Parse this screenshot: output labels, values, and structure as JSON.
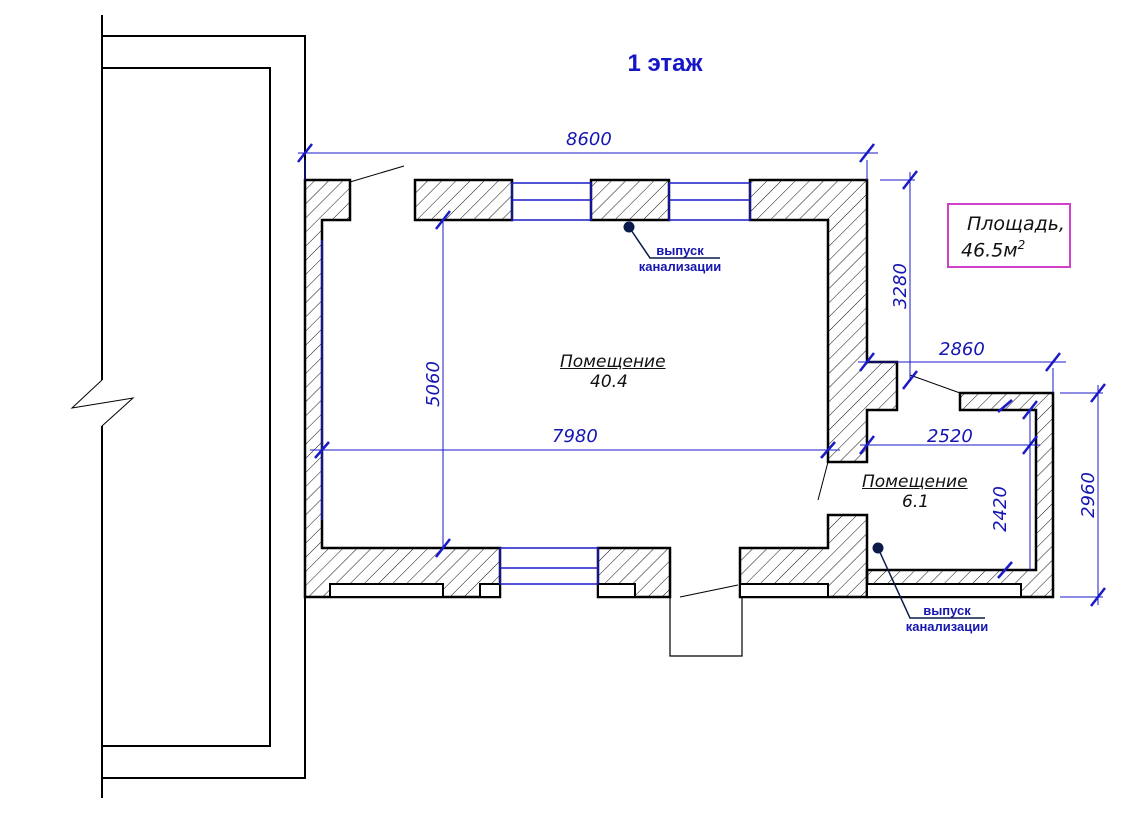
{
  "title": "1 этаж",
  "dimensions": {
    "total_width": "8600",
    "inner_width": "7980",
    "inner_height": "5060",
    "right_offset": "3280",
    "annex_outer_width": "2860",
    "annex_inner_width": "2520",
    "annex_inner_height": "2420",
    "annex_outer_height": "2960"
  },
  "rooms": [
    {
      "name": "Помещение",
      "area": "40.4"
    },
    {
      "name": "Помещение",
      "area": "6.1"
    }
  ],
  "drains": [
    {
      "line1": "выпуск",
      "line2": "канализации"
    },
    {
      "line1": "выпуск",
      "line2": "канализации"
    }
  ],
  "total_area": {
    "label": "Площадь,",
    "value": "46.5м",
    "superscript": "2"
  },
  "colors": {
    "walls": "#000000",
    "dimension_lines": "#1a1ac8",
    "title": "#1616c8",
    "area_box_border": "#d040c8",
    "drain_marker": "#0a1a4a"
  }
}
